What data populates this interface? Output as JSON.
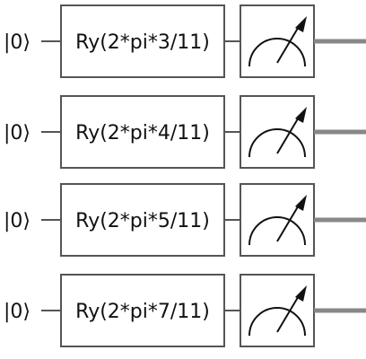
{
  "circuit": {
    "qubits": [
      {
        "initial_state": "|0⟩",
        "gate": "Ry(2*pi*3/11)",
        "measure": "measure-icon"
      },
      {
        "initial_state": "|0⟩",
        "gate": "Ry(2*pi*4/11)",
        "measure": "measure-icon"
      },
      {
        "initial_state": "|0⟩",
        "gate": "Ry(2*pi*5/11)",
        "measure": "measure-icon"
      },
      {
        "initial_state": "|0⟩",
        "gate": "Ry(2*pi*7/11)",
        "measure": "measure-icon"
      }
    ]
  }
}
